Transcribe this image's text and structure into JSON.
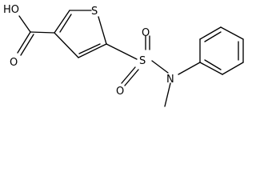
{
  "structure": {
    "atoms": {
      "hydroxyl": "HO",
      "carbonyl_oxygen": "O",
      "thiophene_sulfur": "S",
      "sulfonyl_sulfur": "S",
      "sulfonyl_oxygen_top": "O",
      "sulfonyl_oxygen_bottom": "O",
      "amine_nitrogen": "N"
    }
  }
}
